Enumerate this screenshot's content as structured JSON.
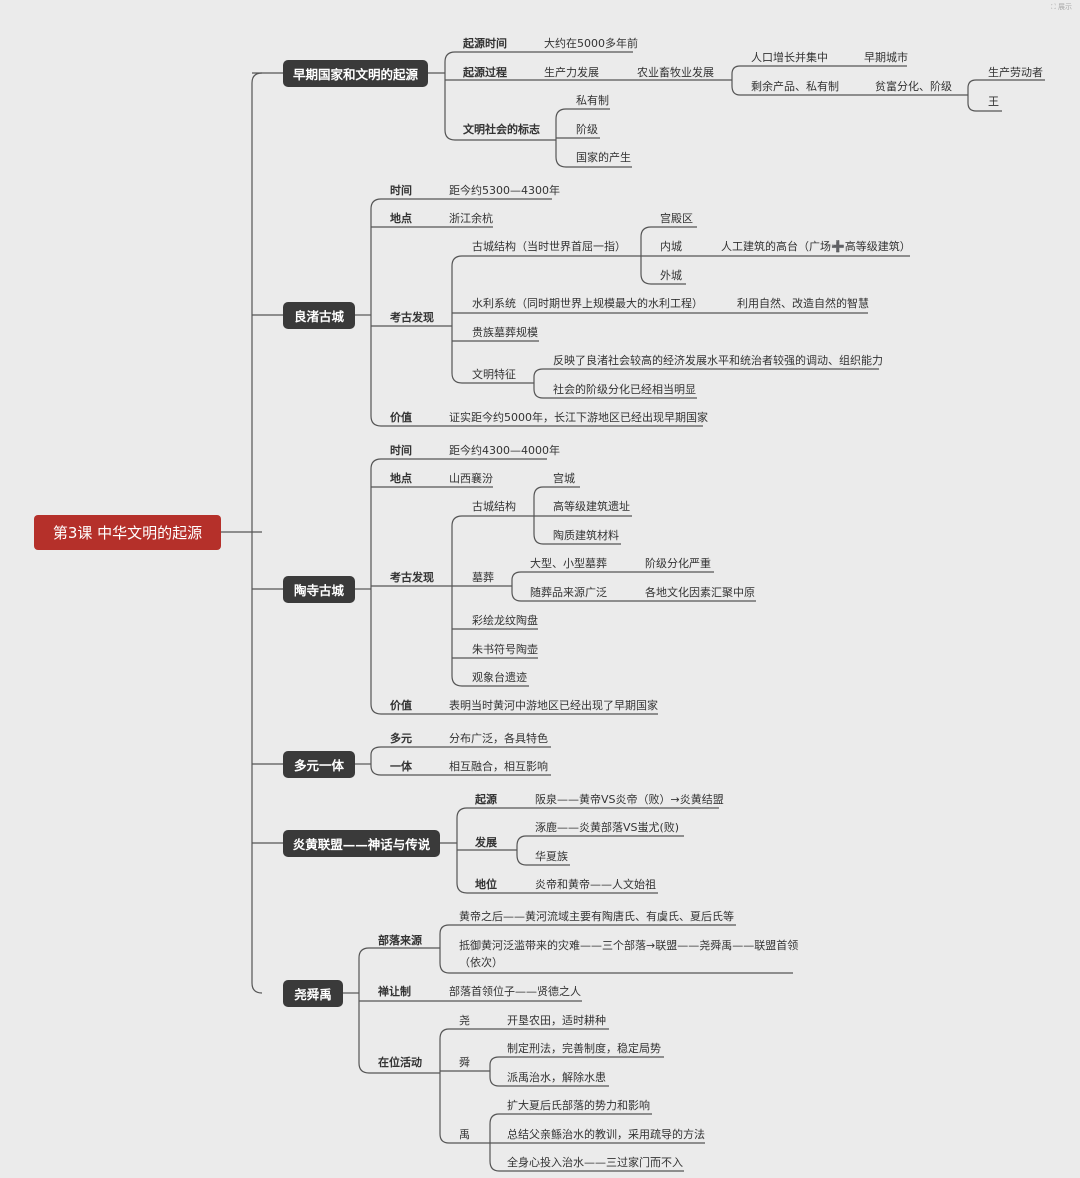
{
  "root": "第3课 中华文明的起源",
  "corner_mark": "⛶ 展示",
  "b1": {
    "title": "早期国家和文明的起源",
    "time_label": "起源时间",
    "time": "大约在5000多年前",
    "process_label": "起源过程",
    "productivity": "生产力发展",
    "agri": "农业畜牧业发展",
    "pop": "人口增长并集中",
    "city": "早期城市",
    "surplus": "剩余产品、私有制",
    "class": "贫富分化、阶级",
    "laborer": "生产劳动者",
    "king": "王",
    "sign_label": "文明社会的标志",
    "sign1": "私有制",
    "sign2": "阶级",
    "sign3": "国家的产生"
  },
  "b2": {
    "title": "良渚古城",
    "time_label": "时间",
    "time": "距今约5300—4300年",
    "place_label": "地点",
    "place": "浙江余杭",
    "arch_label": "考古发现",
    "structure": "古城结构（当时世界首屈一指）",
    "palace": "宫殿区",
    "inner": "内城",
    "platform": "人工建筑的高台（广场➕高等级建筑）",
    "outer": "外城",
    "water": "水利系统（同时期世界上规模最大的水利工程）",
    "wisdom": "利用自然、改造自然的智慧",
    "tomb": "贵族墓葬规模",
    "feature_label": "文明特征",
    "feature1": "反映了良渚社会较高的经济发展水平和统治者较强的调动、组织能力",
    "feature2": "社会的阶级分化已经相当明显",
    "value_label": "价值",
    "value": "证实距今约5000年，长江下游地区已经出现早期国家"
  },
  "b3": {
    "title": "陶寺古城",
    "time_label": "时间",
    "time": "距今约4300—4000年",
    "place_label": "地点",
    "place": "山西襄汾",
    "arch_label": "考古发现",
    "structure": "古城结构",
    "s1": "宫城",
    "s2": "高等级建筑遗址",
    "s3": "陶质建筑材料",
    "tomb_label": "墓葬",
    "tomb1": "大型、小型墓葬",
    "tomb1b": "阶级分化严重",
    "tomb2": "随葬品来源广泛",
    "tomb2b": "各地文化因素汇聚中原",
    "plate": "彩绘龙纹陶盘",
    "pot": "朱书符号陶壶",
    "obs": "观象台遗迹",
    "value_label": "价值",
    "value": "表明当时黄河中游地区已经出现了早期国家"
  },
  "b4": {
    "title": "多元一体",
    "d_label": "多元",
    "d": "分布广泛，各具特色",
    "u_label": "一体",
    "u": "相互融合，相互影响"
  },
  "b5": {
    "title": "炎黄联盟——神话与传说",
    "origin_label": "起源",
    "origin": "阪泉——黄帝VS炎帝（败）→炎黄结盟",
    "dev_label": "发展",
    "dev1": "涿鹿——炎黄部落VS蚩尤(败)",
    "dev2": "华夏族",
    "status_label": "地位",
    "status": "炎帝和黄帝——人文始祖"
  },
  "b6": {
    "title": "尧舜禹",
    "tribe_label": "部落来源",
    "tribe1": "黄帝之后——黄河流域主要有陶唐氏、有虞氏、夏后氏等",
    "tribe2a": "抵御黄河泛滥带来的灾难——三个部落→联盟——尧舜禹——联盟首领",
    "tribe2b": "（依次）",
    "abd_label": "禅让制",
    "abd": "部落首领位子——贤德之人",
    "act_label": "在位活动",
    "yao": "尧",
    "yao1": "开垦农田，适时耕种",
    "shun": "舜",
    "shun1": "制定刑法，完善制度，稳定局势",
    "shun2": "派禹治水，解除水患",
    "yu": "禹",
    "yu1": "扩大夏后氏部落的势力和影响",
    "yu2": "总结父亲鲧治水的教训，采用疏导的方法",
    "yu3": "全身心投入治水——三过家门而不入"
  }
}
